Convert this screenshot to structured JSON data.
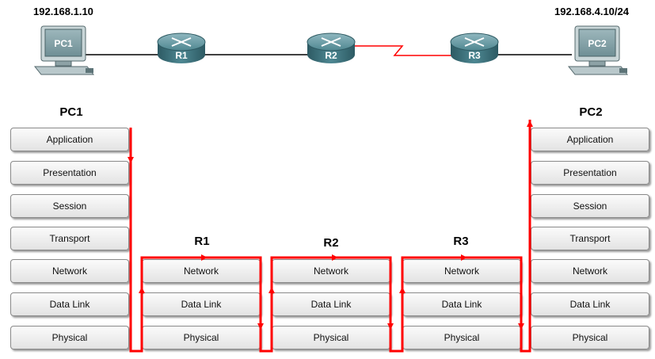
{
  "topology": {
    "pc1_ip": "192.168.1.10",
    "pc2_ip": "192.168.4.10/24",
    "pc1_label": "PC1",
    "pc2_label": "PC2",
    "r1_label": "R1",
    "r2_label": "R2",
    "r3_label": "R3"
  },
  "stacks": {
    "pc1": {
      "title": "PC1",
      "layers": [
        "Application",
        "Presentation",
        "Session",
        "Transport",
        "Network",
        "Data Link",
        "Physical"
      ]
    },
    "r1": {
      "title": "R1",
      "layers": [
        "Network",
        "Data Link",
        "Physical"
      ]
    },
    "r2": {
      "title": "R2",
      "layers": [
        "Network",
        "Data Link",
        "Physical"
      ]
    },
    "r3": {
      "title": "R3",
      "layers": [
        "Network",
        "Data Link",
        "Physical"
      ]
    },
    "pc2": {
      "title": "PC2",
      "layers": [
        "Application",
        "Presentation",
        "Session",
        "Transport",
        "Network",
        "Data Link",
        "Physical"
      ]
    }
  },
  "colors": {
    "data_path": "#ff0000",
    "router": "#3a6e78",
    "pc": "#7e9aa0"
  }
}
